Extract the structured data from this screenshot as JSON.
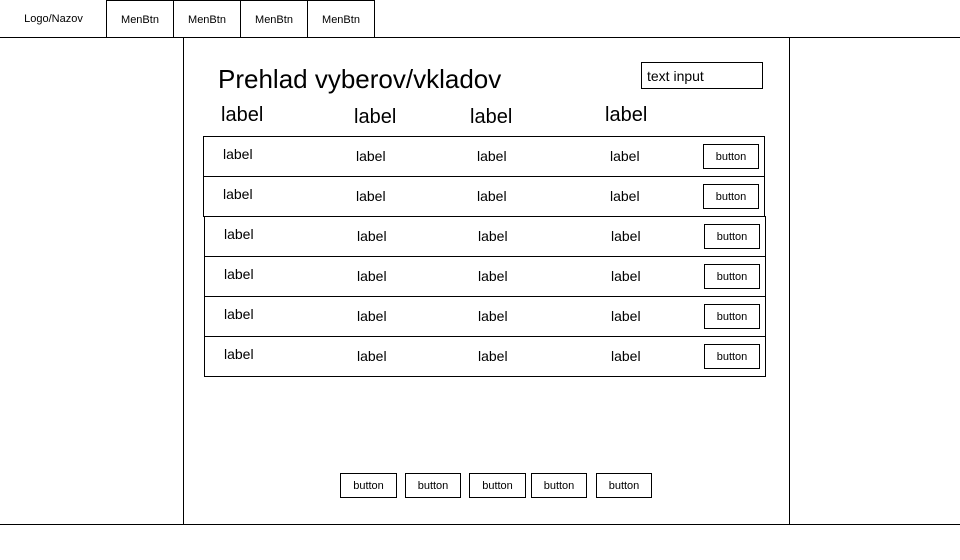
{
  "header": {
    "logo": "Logo/Nazov",
    "menu": [
      "MenBtn",
      "MenBtn",
      "MenBtn",
      "MenBtn"
    ]
  },
  "main": {
    "title": "Prehlad vyberov/vkladov",
    "text_input": {
      "value": "text input"
    },
    "column_headers": [
      "label",
      "label",
      "label",
      "label"
    ],
    "rows": [
      {
        "cells": [
          "label",
          "label",
          "label",
          "label"
        ],
        "button": "button"
      },
      {
        "cells": [
          "label",
          "label",
          "label",
          "label"
        ],
        "button": "button"
      },
      {
        "cells": [
          "label",
          "label",
          "label",
          "label"
        ],
        "button": "button"
      },
      {
        "cells": [
          "label",
          "label",
          "label",
          "label"
        ],
        "button": "button"
      },
      {
        "cells": [
          "label",
          "label",
          "label",
          "label"
        ],
        "button": "button"
      },
      {
        "cells": [
          "label",
          "label",
          "label",
          "label"
        ],
        "button": "button"
      }
    ],
    "footer_buttons": [
      "button",
      "button",
      "button",
      "button",
      "button"
    ]
  }
}
